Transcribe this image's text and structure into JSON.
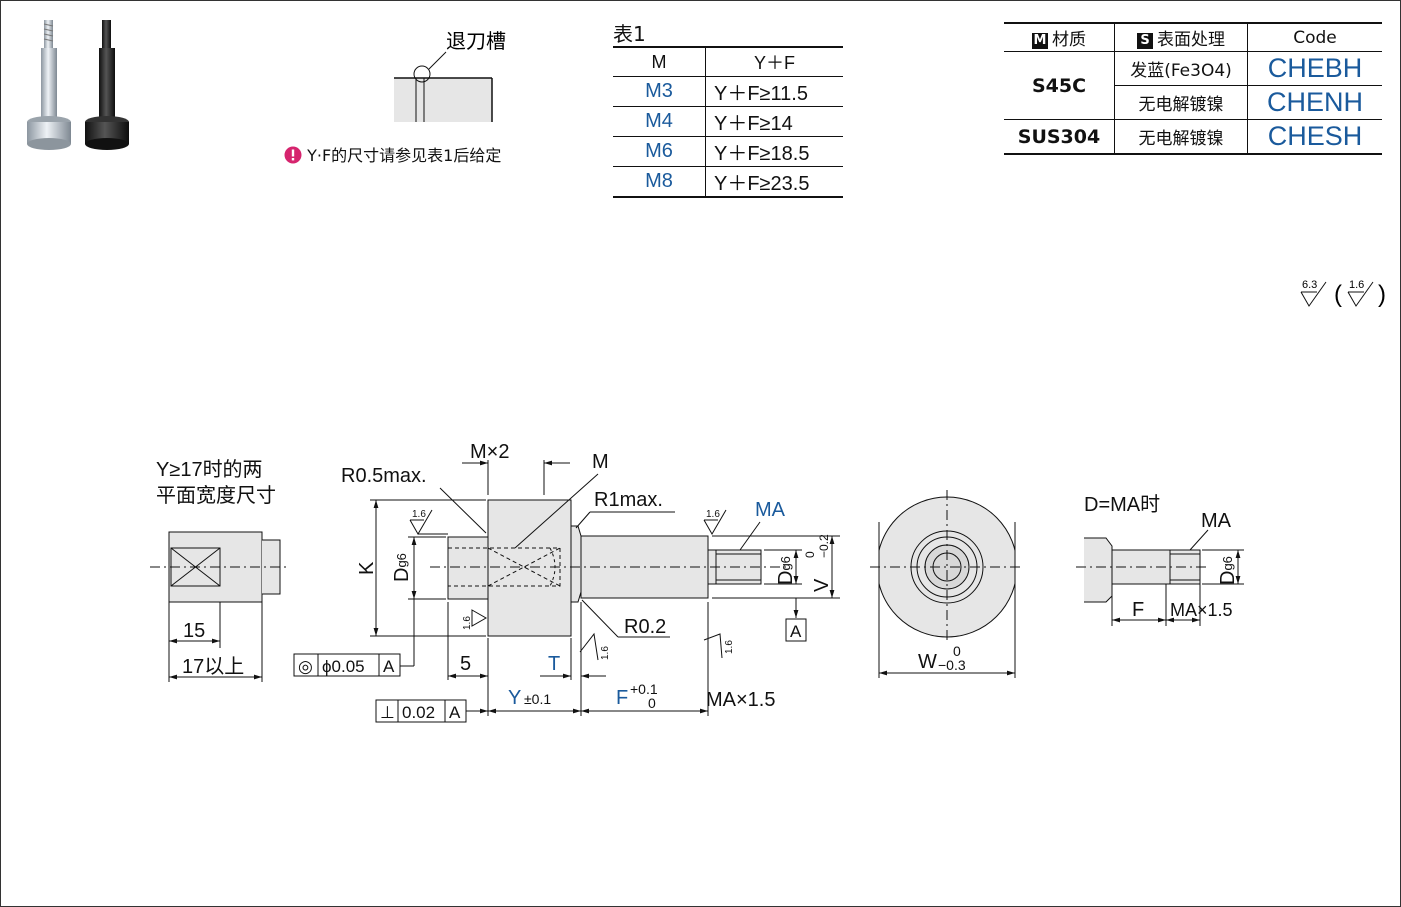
{
  "groove_label": "退刀槽",
  "note": "Y·F的尺寸请参见表1后给定",
  "table1": {
    "title": "表1",
    "headers": [
      "M",
      "Y＋F"
    ],
    "rows": [
      {
        "m": "M3",
        "yf": "Y＋F≥11.5"
      },
      {
        "m": "M4",
        "yf": "Y＋F≥14"
      },
      {
        "m": "M6",
        "yf": "Y＋F≥18.5"
      },
      {
        "m": "M8",
        "yf": "Y＋F≥23.5"
      }
    ]
  },
  "material_table": {
    "headers": {
      "material_badge": "M",
      "material": "材质",
      "surface_badge": "S",
      "surface": "表面处理",
      "code": "Code"
    },
    "rows": [
      {
        "material": "S45C",
        "surface": "发蓝(Fe3O4)",
        "code": "CHEBH"
      },
      {
        "surface": "无电解镀镍",
        "code": "CHENH"
      },
      {
        "material": "SUS304",
        "surface": "无电解镀镍",
        "code": "CHESH"
      }
    ]
  },
  "roughness_general": {
    "main": "6.3",
    "paren": "1.6"
  },
  "drawing": {
    "width_note_line1": "Y≥17时的两",
    "width_note_line2": "平面宽度尺寸",
    "dim_15": "15",
    "dim_17": "17以上",
    "r05": "R0.5max.",
    "mx2": "M×2",
    "m": "M",
    "r1": "R1max.",
    "ma": "MA",
    "k": "K",
    "d": "D",
    "g6": "g6",
    "v": "V",
    "v_tol_upper": "0",
    "v_tol_lower": "−0.2",
    "r02": "R0.2",
    "datum": "A",
    "rough16": "1.6",
    "concentricity_sym": "◎",
    "concentricity_val": "ϕ0.05",
    "perp_sym": "⊥",
    "perp_val": "0.02",
    "dim_5": "5",
    "t": "T",
    "y": "Y",
    "y_tol": "±0.1",
    "f": "F",
    "f_tol_upper": "+0.1",
    "f_tol_lower": "0",
    "ma_x15": "MA×1.5",
    "w": "W",
    "w_tol_upper": "0",
    "w_tol_lower": "−0.3",
    "d_eq_ma": "D=MA时",
    "f2": "F",
    "ma2": "MA",
    "ma_x15_2": "MA×1.5"
  },
  "colors": {
    "accent_blue": "#1a5a9c",
    "badge_pink": "#d6246e"
  }
}
